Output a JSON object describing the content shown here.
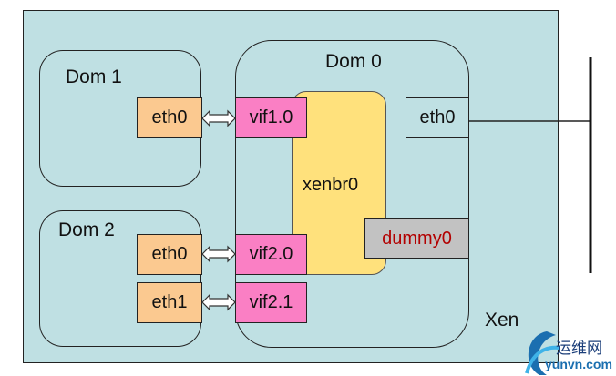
{
  "xen": {
    "label": "Xen"
  },
  "dom1": {
    "label": "Dom 1",
    "eth0": "eth0"
  },
  "dom2": {
    "label": "Dom 2",
    "eth0": "eth0",
    "eth1": "eth1"
  },
  "dom0": {
    "label": "Dom 0",
    "vifs": [
      "vif1.0",
      "vif2.0",
      "vif2.1"
    ],
    "bridge": "xenbr0",
    "eth0": "eth0",
    "dummy": "dummy0"
  },
  "colors": {
    "xen_background": "#bfe0e3",
    "guest_interface": "#fbc990",
    "vif_interface": "#fa7fc4",
    "bridge": "#ffe17c",
    "dummy_interface": "#c2c2c2",
    "dummy_text": "#b30000"
  },
  "watermark": {
    "text_cn": "运维网",
    "url": "yunvn.com"
  }
}
